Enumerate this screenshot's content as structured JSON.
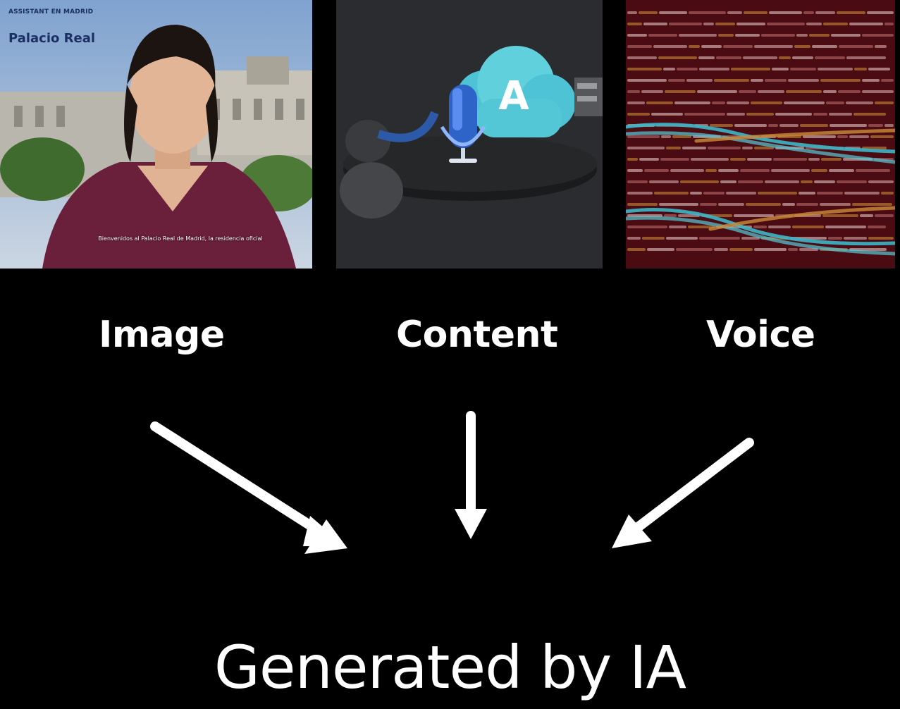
{
  "panels": {
    "image": {
      "overlay_top": "ASSISTANT EN MADRID",
      "overlay_place": "Palacio Real",
      "subtitle": "Bienvenidos al Palacio Real de Madrid, la residencia oficial"
    },
    "content": {
      "logo_letter": "A"
    }
  },
  "labels": {
    "image": "Image",
    "content": "Content",
    "voice": "Voice"
  },
  "footer": "Generated by IA",
  "colors": {
    "background": "#000000",
    "text": "#ffffff"
  }
}
